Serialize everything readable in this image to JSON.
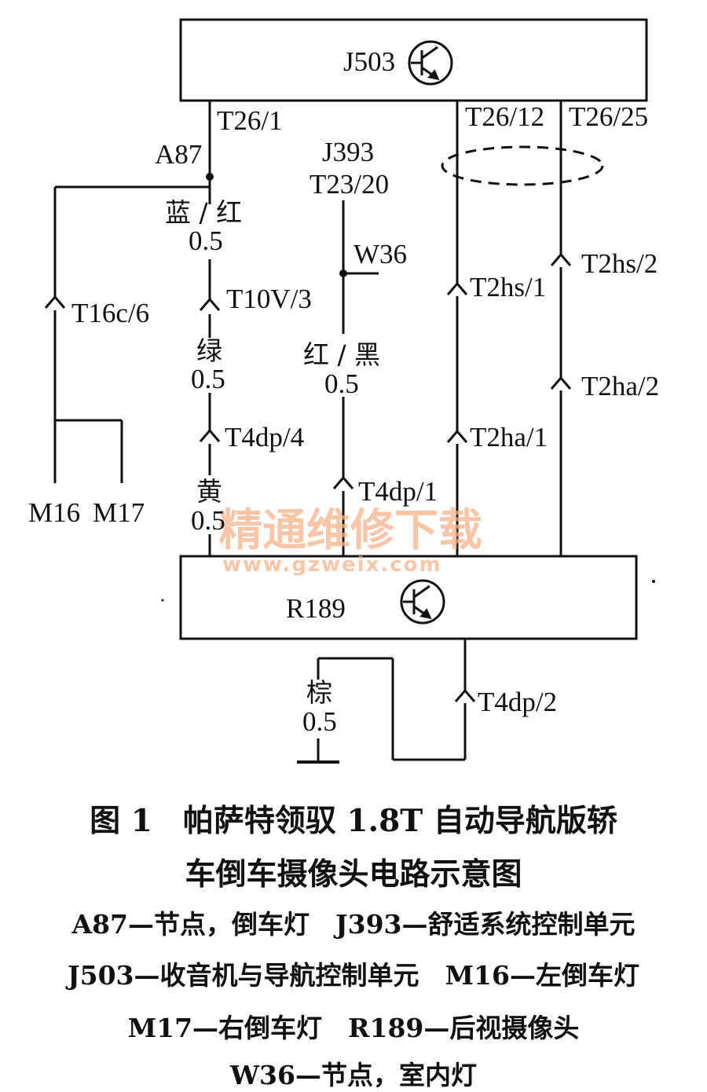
{
  "modules": {
    "j503": "J503",
    "r189": "R189"
  },
  "pins": {
    "t26_1": "T26/1",
    "t26_12": "T26/12",
    "t26_25": "T26/25",
    "a87": "A87",
    "j393": "J393",
    "t23_20": "T23/20",
    "w36": "W36",
    "t16c_6": "T16c/6",
    "t10v_3": "T10V/3",
    "t4dp_4": "T4dp/4",
    "t4dp_1": "T4dp/1",
    "t4dp_2": "T4dp/2",
    "t2hs_1": "T2hs/1",
    "t2hs_2": "T2hs/2",
    "t2ha_1": "T2ha/1",
    "t2ha_2": "T2ha/2",
    "m16": "M16",
    "m17": "M17"
  },
  "wires": {
    "blue_red": "蓝 / 红",
    "blue_red_size": "0.5",
    "green": "绿",
    "green_size": "0.5",
    "yellow": "黄",
    "yellow_size": "0.5",
    "red_black": "红 / 黑",
    "red_black_size": "0.5",
    "brown": "棕",
    "brown_size": "0.5"
  },
  "watermark": {
    "cn": "精通维修下载",
    "url": "www.gzweix.com"
  },
  "caption": {
    "title_line1": "图 1　帕萨特领驭 1.8T 自动导航版轿",
    "title_line2": "车倒车摄像头电路示意图",
    "legend_line1": "A87—节点，倒车灯　J393—舒适系统控制单元",
    "legend_line2": "J503—收音机与导航控制单元　M16—左倒车灯",
    "legend_line3": "M17—右倒车灯　R189—后视摄像头",
    "legend_line4": "W36—节点，室内灯"
  }
}
